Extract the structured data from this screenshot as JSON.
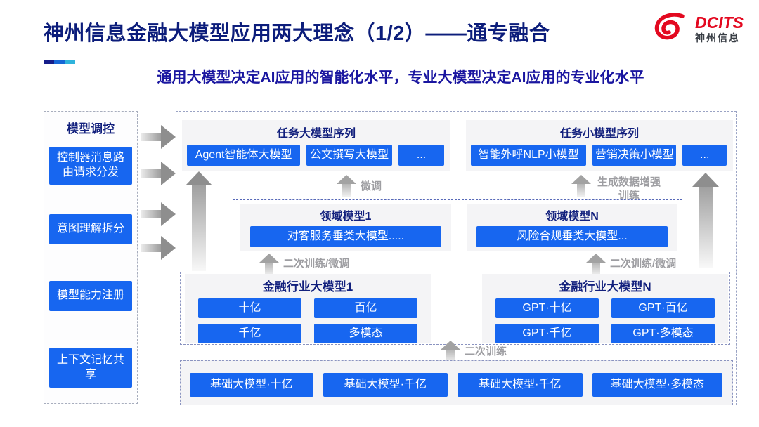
{
  "slide": {
    "title": "神州信息金融大模型应用两大理念（1/2）——通专融合",
    "subtitle": "通用大模型决定AI应用的智能化水平，专业大模型决定AI应用的专业化水平"
  },
  "logo": {
    "brand": "DCITS",
    "company": "神州信息"
  },
  "sidebar": {
    "header": "模型调控",
    "items": [
      "控制器消息路由请求分发",
      "意图理解拆分",
      "模型能力注册",
      "上下文记忆共享"
    ]
  },
  "task_large": {
    "header": "任务大模型序列",
    "items": [
      "Agent智能体大模型",
      "公文撰写大模型",
      "..."
    ]
  },
  "task_small": {
    "header": "任务小模型序列",
    "items": [
      "智能外呼NLP小模型",
      "营销决策小模型",
      "..."
    ]
  },
  "domain": {
    "left": {
      "header": "领域模型1",
      "item": "对客服务垂类大模型....."
    },
    "right": {
      "header": "领域模型N",
      "item": "风险合规垂类大模型..."
    }
  },
  "industry": {
    "left": {
      "header": "金融行业大模型1",
      "items": [
        "十亿",
        "百亿",
        "千亿",
        "多模态"
      ]
    },
    "right": {
      "header": "金融行业大模型N",
      "items": [
        "GPT·十亿",
        "GPT·百亿",
        "GPT·千亿",
        "GPT·多模态"
      ]
    }
  },
  "base": {
    "items": [
      "基础大模型·十亿",
      "基础大模型·千亿",
      "基础大模型·千亿",
      "基础大模型·多模态"
    ]
  },
  "flow": {
    "fine_tune": "微调",
    "augment": "生成数据增强训练",
    "retrain_ft_left": "二次训练/微调",
    "retrain_ft_right": "二次训练/微调",
    "retrain": "二次训练"
  },
  "colors": {
    "accent_blue": "#1766f0",
    "navy_text": "#12207d",
    "brand_red": "#e30920",
    "bar_navy": "#151d8a",
    "bar_blue": "#1667d6",
    "bar_cyan": "#2fb3dc"
  }
}
